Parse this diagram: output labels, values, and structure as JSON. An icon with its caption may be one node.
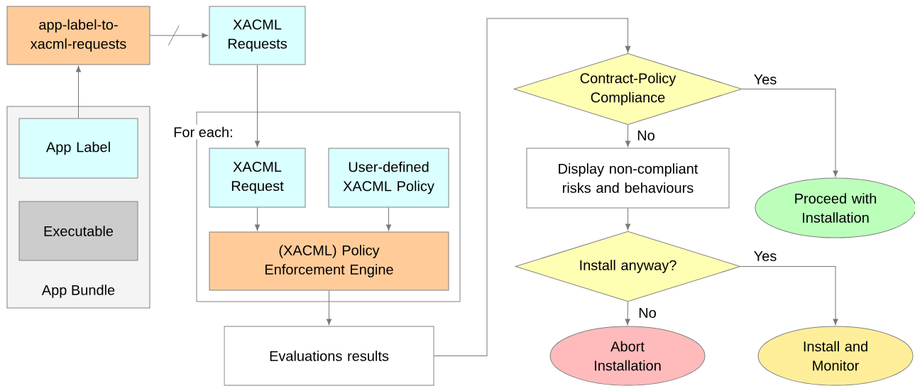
{
  "diagram": {
    "nodes": [
      {
        "text": [
          "app-label-to-xacml-requests"
        ]
      },
      {
        "text": [
          "XACML Requests"
        ]
      },
      {
        "text": [
          "App Bundle"
        ]
      },
      {
        "text": [
          "App Label"
        ],
        "in": 2
      },
      {
        "text": [
          "Executable"
        ],
        "in": 2
      },
      {
        "text": [
          "For each:"
        ]
      },
      {
        "text": [
          "XACML Request"
        ],
        "in": 5
      },
      {
        "text": [
          "User-defined XACML Policy"
        ],
        "in": 5
      },
      {
        "text": [
          "(XACML) Policy Enforcement Engine"
        ],
        "in": 5
      },
      {
        "text": [
          "Evaluations results"
        ]
      },
      {
        "text": [
          "Contract-Policy Compliance"
        ]
      },
      {
        "text": [
          "Display non-compliant risks and behaviours"
        ]
      },
      {
        "text": [
          "Proceed with Installation"
        ]
      },
      {
        "text": [
          "Install anyway?"
        ]
      },
      {
        "text": [
          "Abort Installation"
        ]
      },
      {
        "text": [
          "Install and Monitor"
        ]
      }
    ],
    "edges": [
      {
        "from": 0,
        "to": 1,
        "arrow": "to"
      },
      {
        "from": 3,
        "to": 0,
        "arrow": "to"
      },
      {
        "from": 1,
        "to": 6,
        "arrow": "to"
      },
      {
        "from": 6,
        "to": 8,
        "arrow": "to"
      },
      {
        "from": 7,
        "to": 8,
        "arrow": "to"
      },
      {
        "from": 8,
        "to": 9,
        "arrow": "to"
      },
      {
        "from": 9,
        "to": 10,
        "arrow": "to"
      },
      {
        "from": 10,
        "to": 12,
        "arrow": "to",
        "label": "Yes"
      },
      {
        "from": 10,
        "to": 11,
        "arrow": "to",
        "label": "No"
      },
      {
        "from": 11,
        "to": 13,
        "arrow": "to"
      },
      {
        "from": 13,
        "to": 15,
        "arrow": "to",
        "label": "Yes"
      },
      {
        "from": 13,
        "to": 14,
        "arrow": "to",
        "label": "No"
      }
    ]
  }
}
